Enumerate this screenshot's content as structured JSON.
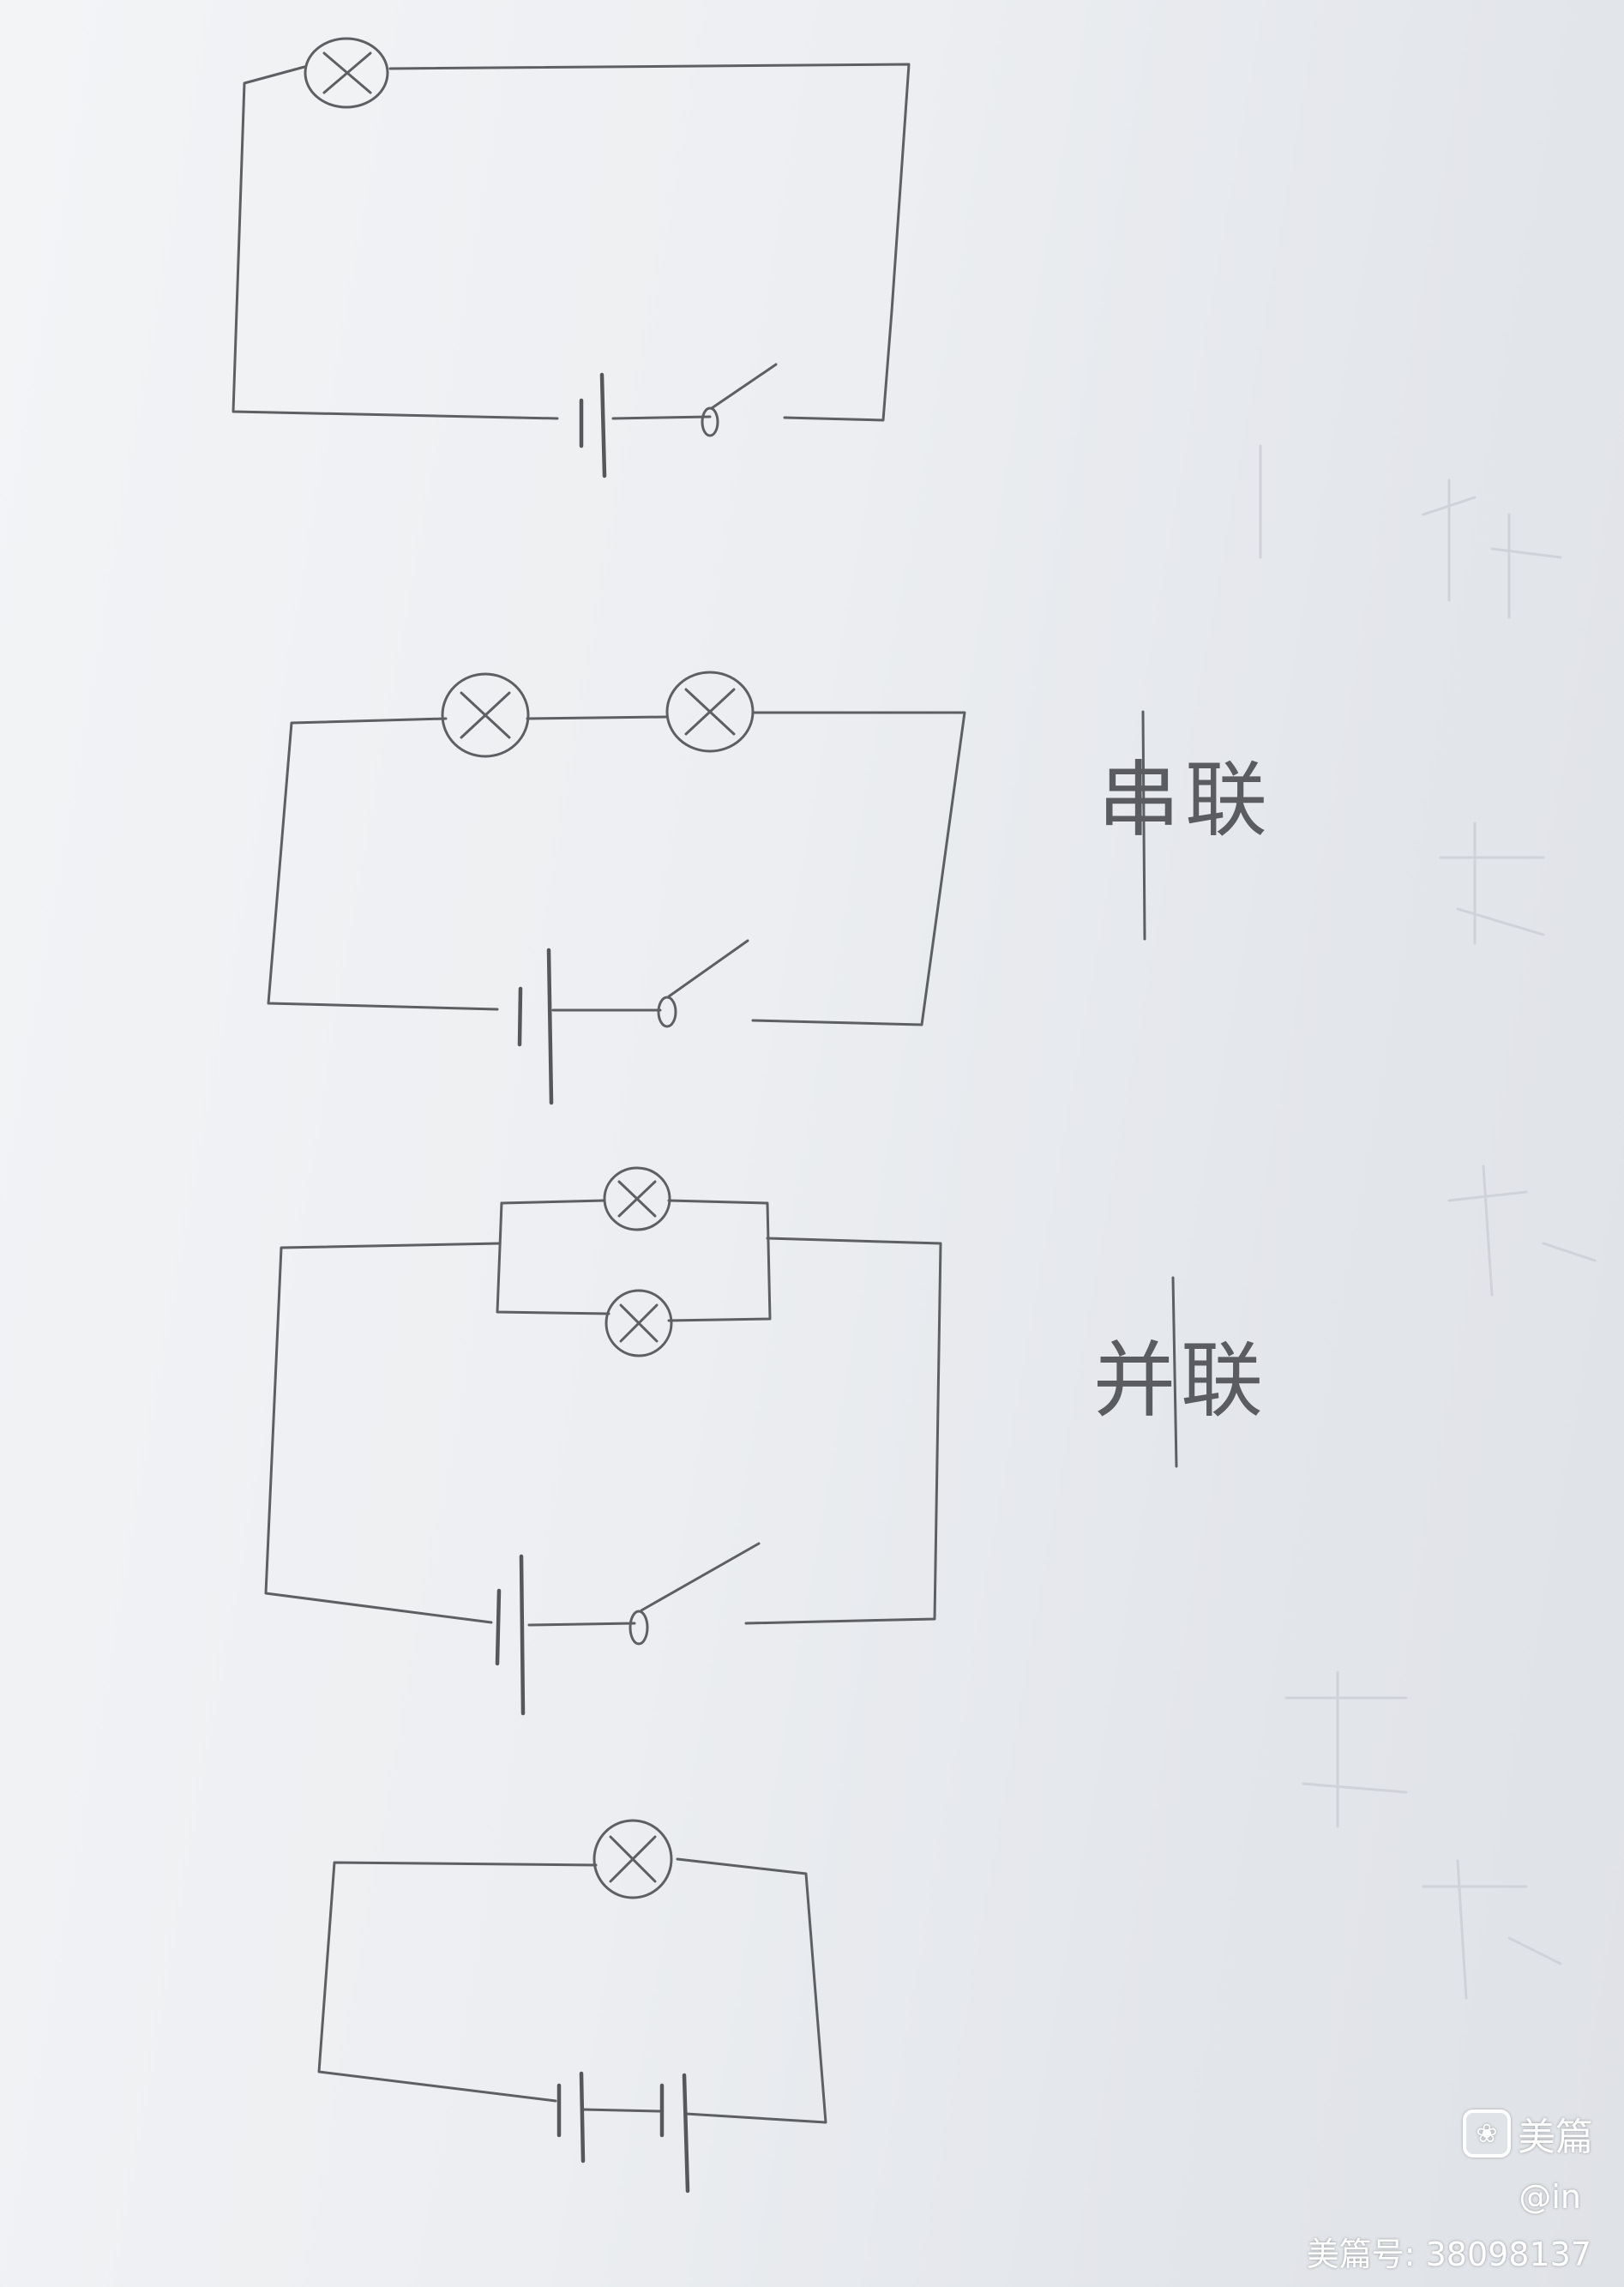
{
  "labels": {
    "series": "串联",
    "parallel": "并联"
  },
  "watermark": {
    "brand": "美篇",
    "handle": "@in",
    "account": "美篇号: 38098137"
  },
  "colors": {
    "pencil": "#5d5f63",
    "paper": "#eceef1",
    "watermark": "#ffffff"
  },
  "icons": {
    "lamp": "lamp-cross-circle-icon",
    "battery": "battery-cell-icon",
    "switch": "open-switch-icon",
    "logo": "meipian-logo-icon"
  }
}
